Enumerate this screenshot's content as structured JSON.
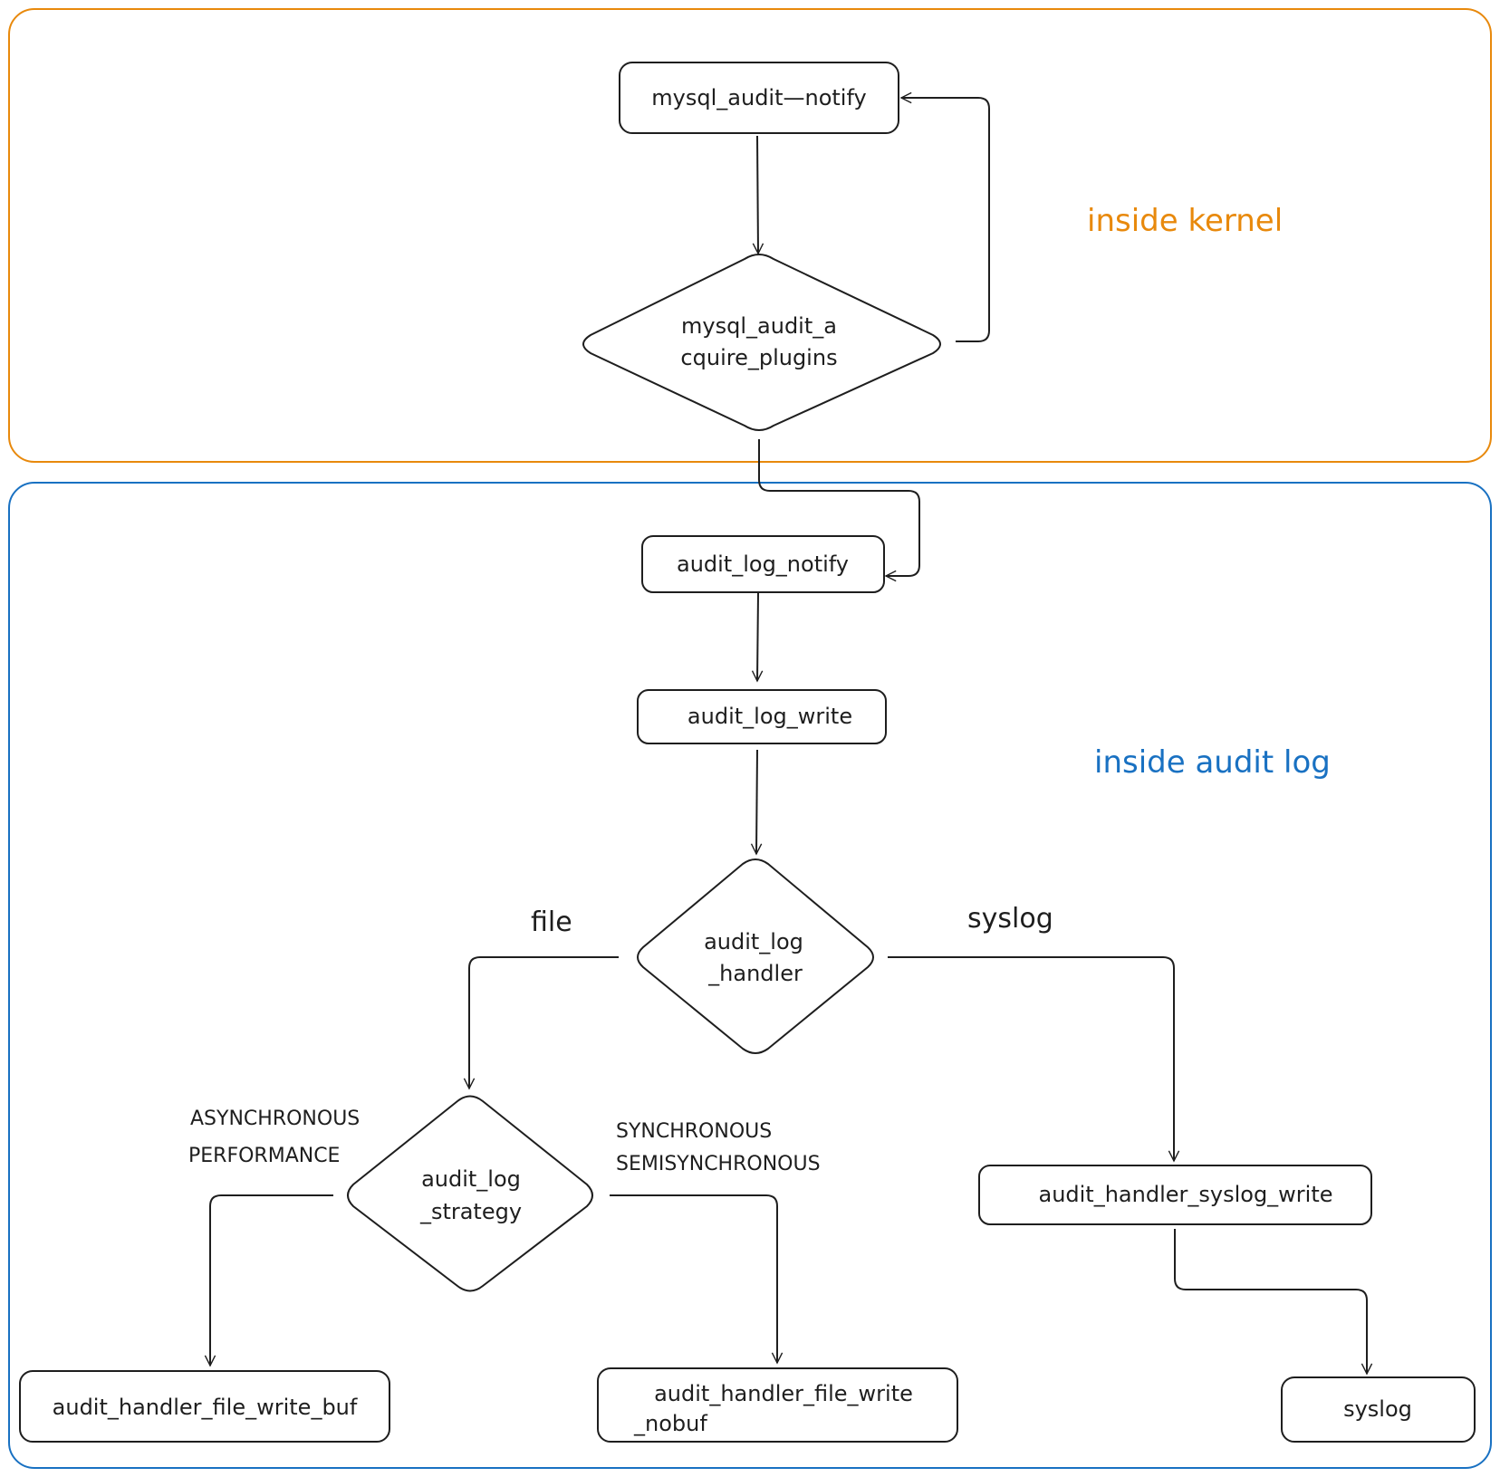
{
  "colors": {
    "kernel": "#e8890c",
    "audit_log": "#1971c2",
    "ink": "#1e1e1e"
  },
  "groups": {
    "kernel_label": "inside kernel",
    "audit_label": "inside audit log"
  },
  "nodes": {
    "mysql_audit_notify": "mysql_audit—notify",
    "acquire_plugins_line1": "mysql_audit_a",
    "acquire_plugins_line2": "cquire_plugins",
    "audit_log_notify": "audit_log_notify",
    "audit_log_write": "audit_log_write",
    "handler_line1": "audit_log",
    "handler_line2": "_handler",
    "strategy_line1": "audit_log",
    "strategy_line2": "_strategy",
    "file_write_buf": "audit_handler_file_write_buf",
    "file_write_nobuf_line1": "audit_handler_file_write",
    "file_write_nobuf_line2": "_nobuf",
    "syslog_write": "audit_handler_syslog_write",
    "syslog": "syslog"
  },
  "edge_labels": {
    "file": "file",
    "syslog": "syslog",
    "async_line1": "ASYNCHRONOUS",
    "async_line2": "PERFORMANCE",
    "sync_line1": "SYNCHRONOUS",
    "sync_line2": "SEMISYNCHRONOUS"
  }
}
